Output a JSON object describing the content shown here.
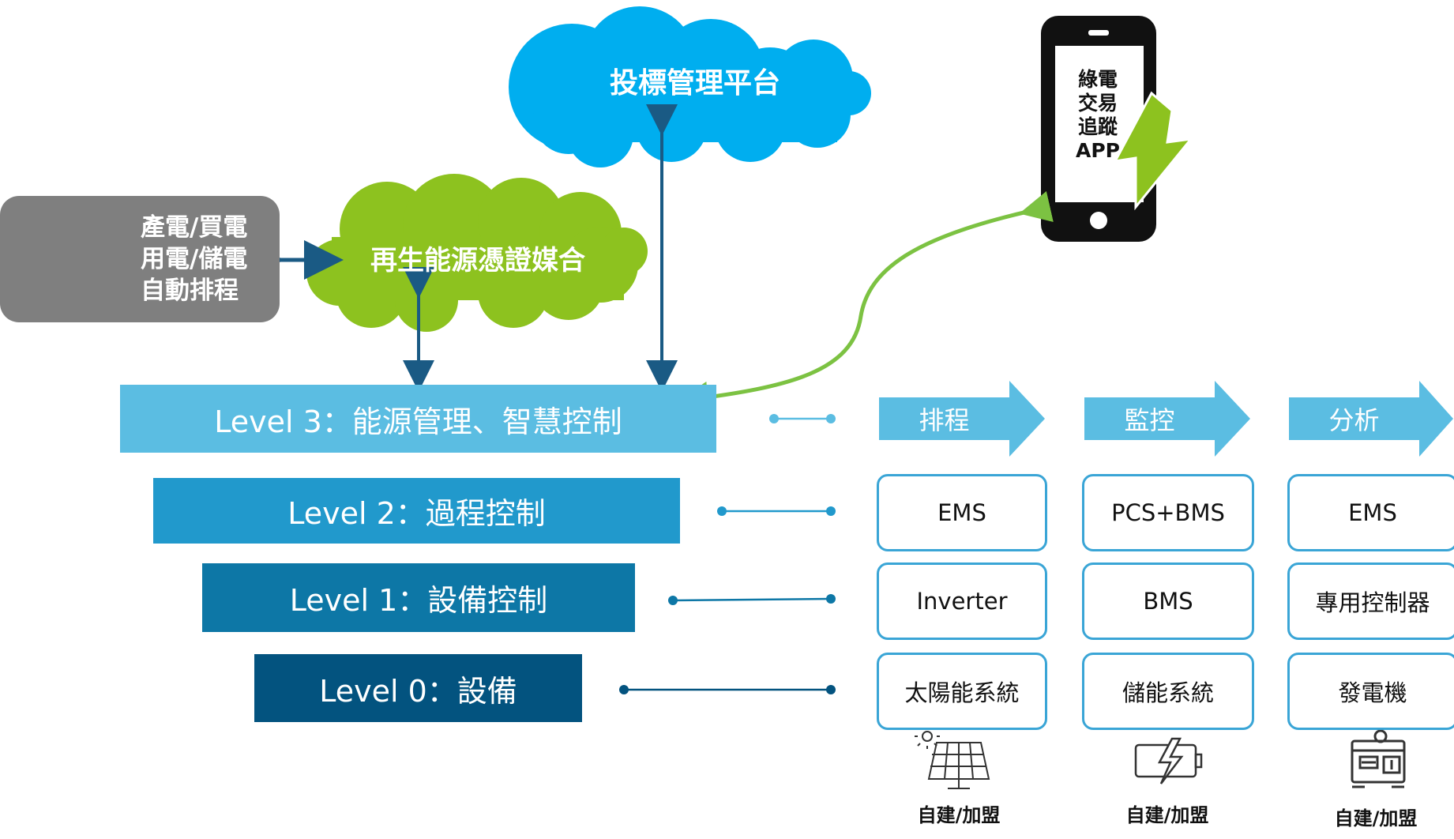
{
  "clouds": {
    "bidding": "投標管理平台",
    "matching": "再生能源憑證媒合"
  },
  "panel": {
    "lines": [
      "產電/買電",
      "用電/儲電",
      "自動排程"
    ]
  },
  "phone": {
    "lines": [
      "綠電",
      "交易",
      "追蹤",
      "APP"
    ]
  },
  "levels": {
    "l3": "Level 3：能源管理、智慧控制",
    "l2": "Level 2：過程控制",
    "l1": "Level 1：設備控制",
    "l0": "Level 0：設備"
  },
  "columns": [
    {
      "header": "排程",
      "l2": "EMS",
      "l1": "Inverter",
      "l0": "太陽能系統",
      "icon": "solar-panel-icon",
      "footer": "自建/加盟"
    },
    {
      "header": "監控",
      "l2": "PCS+BMS",
      "l1": "BMS",
      "l0": "儲能系統",
      "icon": "battery-icon",
      "footer": "自建/加盟"
    },
    {
      "header": "分析",
      "l2": "EMS",
      "l1": "專用控制器",
      "l0": "發電機",
      "icon": "generator-icon",
      "footer": "自建/加盟"
    }
  ],
  "colors": {
    "cloud_blue": "#00aeef",
    "cloud_green": "#8dc21f",
    "level3": "#5bbde2",
    "level2": "#2199cc",
    "level1": "#0d77a6",
    "level0": "#03537f",
    "box_border": "#3aa5d6",
    "connector": "#1a5a84",
    "green_arrow": "#7cc242"
  }
}
